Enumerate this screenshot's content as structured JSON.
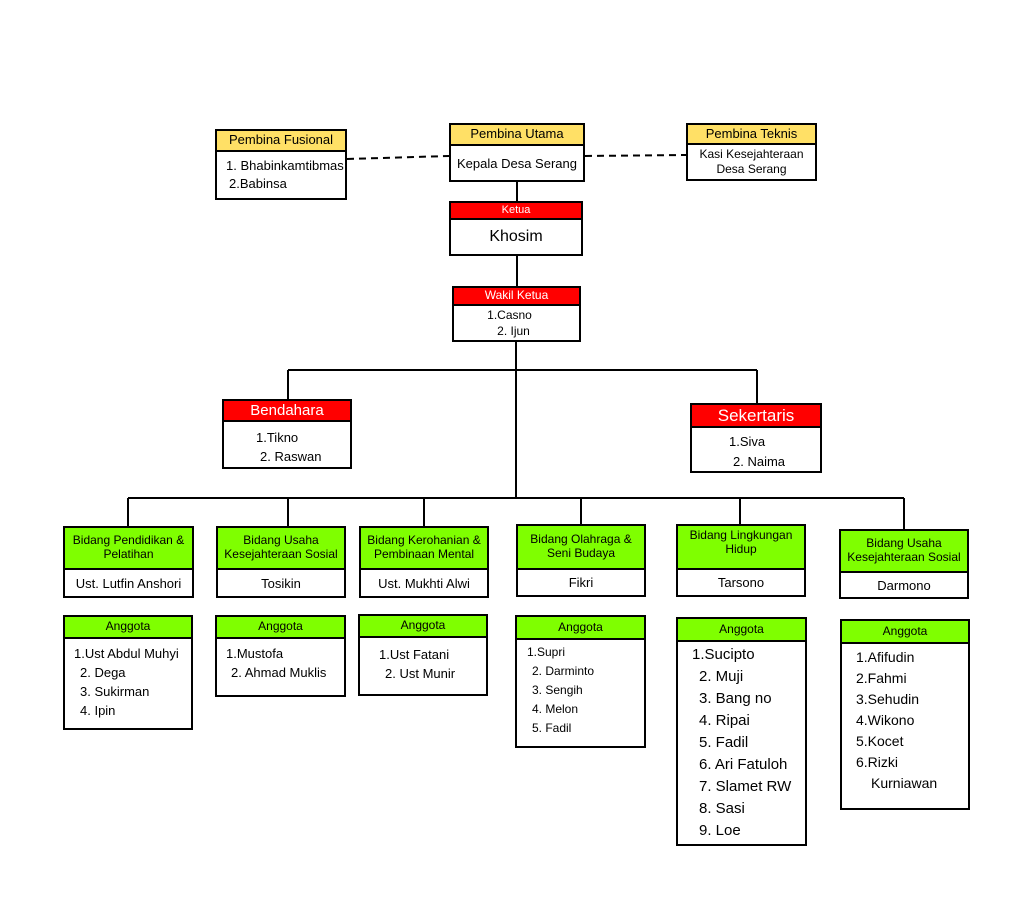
{
  "pembina_fusional": {
    "title": "Pembina Fusional",
    "items": [
      "1. Bhabinkamtibmas",
      "2.Babinsa"
    ]
  },
  "pembina_utama": {
    "title": "Pembina Utama",
    "name": "Kepala Desa Serang"
  },
  "pembina_teknis": {
    "title": "Pembina Teknis",
    "line1": "Kasi Kesejahteraan",
    "line2": "Desa Serang"
  },
  "ketua": {
    "title": "Ketua",
    "name": "Khosim"
  },
  "wakil": {
    "title": "Wakil Ketua",
    "items": [
      "1.Casno",
      "2. Ijun"
    ]
  },
  "bendahara": {
    "title": "Bendahara",
    "items": [
      "1.Tikno",
      "2. Raswan"
    ]
  },
  "sekertaris": {
    "title": "Sekertaris",
    "items": [
      "1.Siva",
      "2. Naima"
    ]
  },
  "bidang": [
    {
      "title_l1": "Bidang Pendidikan &",
      "title_l2": "Pelatihan",
      "head": "Ust. Lutfin Anshori",
      "anggota_label": "Anggota",
      "members": [
        "1.Ust Abdul Muhyi",
        "2. Dega",
        "3. Sukirman",
        "4. Ipin"
      ]
    },
    {
      "title_l1": "Bidang Usaha",
      "title_l2": "Kesejahteraan Sosial",
      "head": "Tosikin",
      "anggota_label": "Anggota",
      "members": [
        "1.Mustofa",
        "2. Ahmad Muklis"
      ]
    },
    {
      "title_l1": "Bidang Kerohanian &",
      "title_l2": "Pembinaan Mental",
      "head": "Ust. Mukhti Alwi",
      "anggota_label": "Anggota",
      "members": [
        "1.Ust Fatani",
        "2. Ust Munir"
      ]
    },
    {
      "title_l1": "Bidang Olahraga &",
      "title_l2": "Seni Budaya",
      "head": "Fikri",
      "anggota_label": "Anggota",
      "members": [
        "1.Supri",
        "2. Darminto",
        "3. Sengih",
        "4. Melon",
        "5. Fadil"
      ]
    },
    {
      "title_l1": "Bidang Lingkungan",
      "title_l2": "Hidup",
      "head": "Tarsono",
      "anggota_label": "Anggota",
      "members": [
        "1.Sucipto",
        "2. Muji",
        "3. Bang no",
        "4. Ripai",
        "5. Fadil",
        "6. Ari Fatuloh",
        "7. Slamet RW",
        "8. Sasi",
        "9. Loe"
      ]
    },
    {
      "title_l1": "Bidang Usaha",
      "title_l2": "Kesejahteraan Sosial",
      "head": "Darmono",
      "anggota_label": "Anggota",
      "members": [
        "1.Afifudin",
        "2.Fahmi",
        "3.Sehudin",
        "4.Wikono",
        "5.Kocet",
        "6.Rizki",
        "Kurniawan"
      ]
    }
  ]
}
